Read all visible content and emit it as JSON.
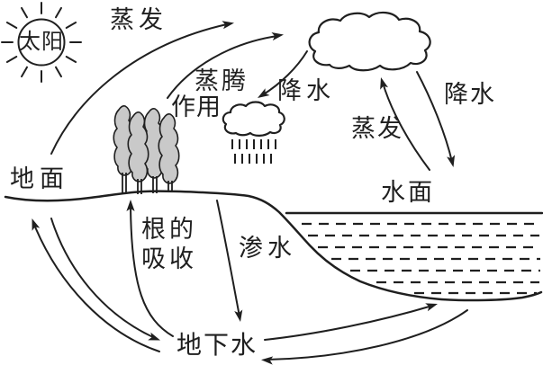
{
  "figure": {
    "title_hint": "water-cycle-diagram",
    "colors": {
      "ink": "#1f1f1f",
      "background": "#ffffff",
      "tree_fill": "#c9c9c9"
    },
    "labels": {
      "sun": "太阳",
      "evaporation_top": "蒸发",
      "transpiration_line1": "蒸腾",
      "transpiration_line2": "作用",
      "precipitation_left": "降水",
      "precipitation_right": "降水",
      "evaporation_right": "蒸发",
      "ground_surface": "地面",
      "water_surface": "水面",
      "root_absorption_line1": "根的",
      "root_absorption_line2": "吸收",
      "seepage": "渗水",
      "groundwater": "地下水"
    }
  }
}
